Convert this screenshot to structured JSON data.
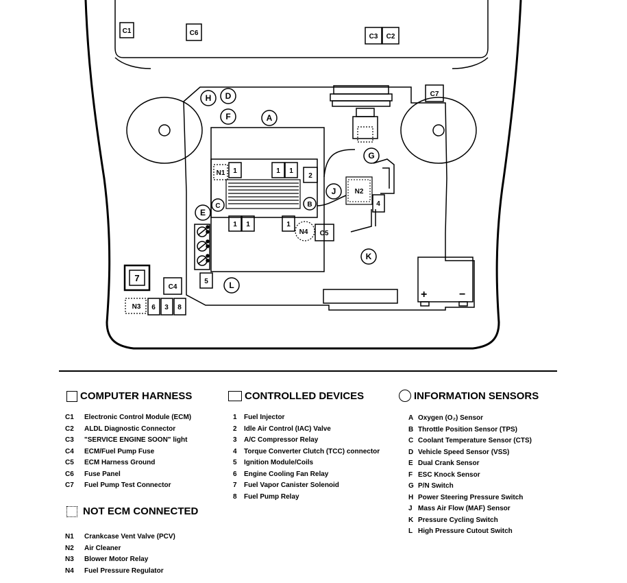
{
  "diagram": {
    "box_labels": {
      "c1": "C1",
      "c6": "C6",
      "c3": "C3",
      "c2": "C2",
      "c7": "C7",
      "c4": "C4",
      "c5": "C5",
      "n1": "N1",
      "n2": "N2",
      "n3": "N3",
      "n4": "N4",
      "d1": "1",
      "d2": "2",
      "d3": "3",
      "d4": "4",
      "d5": "5",
      "d6": "6",
      "d7": "7",
      "d8": "8"
    },
    "circle_labels": {
      "a": "A",
      "b": "B",
      "c": "C",
      "d": "D",
      "e": "E",
      "f": "F",
      "g": "G",
      "h": "H",
      "j": "J",
      "k": "K",
      "l": "L"
    },
    "battery_plus": "+",
    "battery_minus": "−"
  },
  "legend": {
    "computer_harness": {
      "title": "COMPUTER HARNESS",
      "items": [
        {
          "code": "C1",
          "text": "Electronic Control Module (ECM)"
        },
        {
          "code": "C2",
          "text": "ALDL Diagnostic Connector"
        },
        {
          "code": "C3",
          "text": "\"SERVICE ENGINE SOON\" light"
        },
        {
          "code": "C4",
          "text": "ECM/Fuel Pump Fuse"
        },
        {
          "code": "C5",
          "text": "ECM Harness Ground"
        },
        {
          "code": "C6",
          "text": "Fuse Panel"
        },
        {
          "code": "C7",
          "text": "Fuel Pump Test Connector"
        }
      ]
    },
    "not_ecm_connected": {
      "title": "NOT ECM CONNECTED",
      "items": [
        {
          "code": "N1",
          "text": "Crankcase Vent Valve (PCV)"
        },
        {
          "code": "N2",
          "text": "Air Cleaner"
        },
        {
          "code": "N3",
          "text": "Blower Motor Relay"
        },
        {
          "code": "N4",
          "text": "Fuel Pressure Regulator"
        }
      ]
    },
    "controlled_devices": {
      "title": "CONTROLLED DEVICES",
      "items": [
        {
          "code": "1",
          "text": "Fuel Injector"
        },
        {
          "code": "2",
          "text": "Idle Air Control (IAC) Valve"
        },
        {
          "code": "3",
          "text": "A/C Compressor Relay"
        },
        {
          "code": "4",
          "text": "Torque Converter Clutch (TCC) connector"
        },
        {
          "code": "5",
          "text": "Ignition Module/Coils"
        },
        {
          "code": "6",
          "text": "Engine Cooling Fan Relay"
        },
        {
          "code": "7",
          "text": "Fuel Vapor Canister Solenoid"
        },
        {
          "code": "8",
          "text": "Fuel Pump Relay"
        }
      ]
    },
    "information_sensors": {
      "title": "INFORMATION SENSORS",
      "items": [
        {
          "code": "A",
          "text": "Oxygen (O₂) Sensor"
        },
        {
          "code": "B",
          "text": "Throttle Position Sensor (TPS)"
        },
        {
          "code": "C",
          "text": "Coolant Temperature Sensor (CTS)"
        },
        {
          "code": "D",
          "text": "Vehicle Speed Sensor (VSS)"
        },
        {
          "code": "E",
          "text": "Dual Crank Sensor"
        },
        {
          "code": "F",
          "text": "ESC Knock Sensor"
        },
        {
          "code": "G",
          "text": "P/N Switch"
        },
        {
          "code": "H",
          "text": "Power Steering Pressure Switch"
        },
        {
          "code": "J",
          "text": "Mass Air Flow (MAF) Sensor"
        },
        {
          "code": "K",
          "text": "Pressure Cycling Switch"
        },
        {
          "code": "L",
          "text": "High Pressure Cutout Switch"
        }
      ]
    }
  }
}
